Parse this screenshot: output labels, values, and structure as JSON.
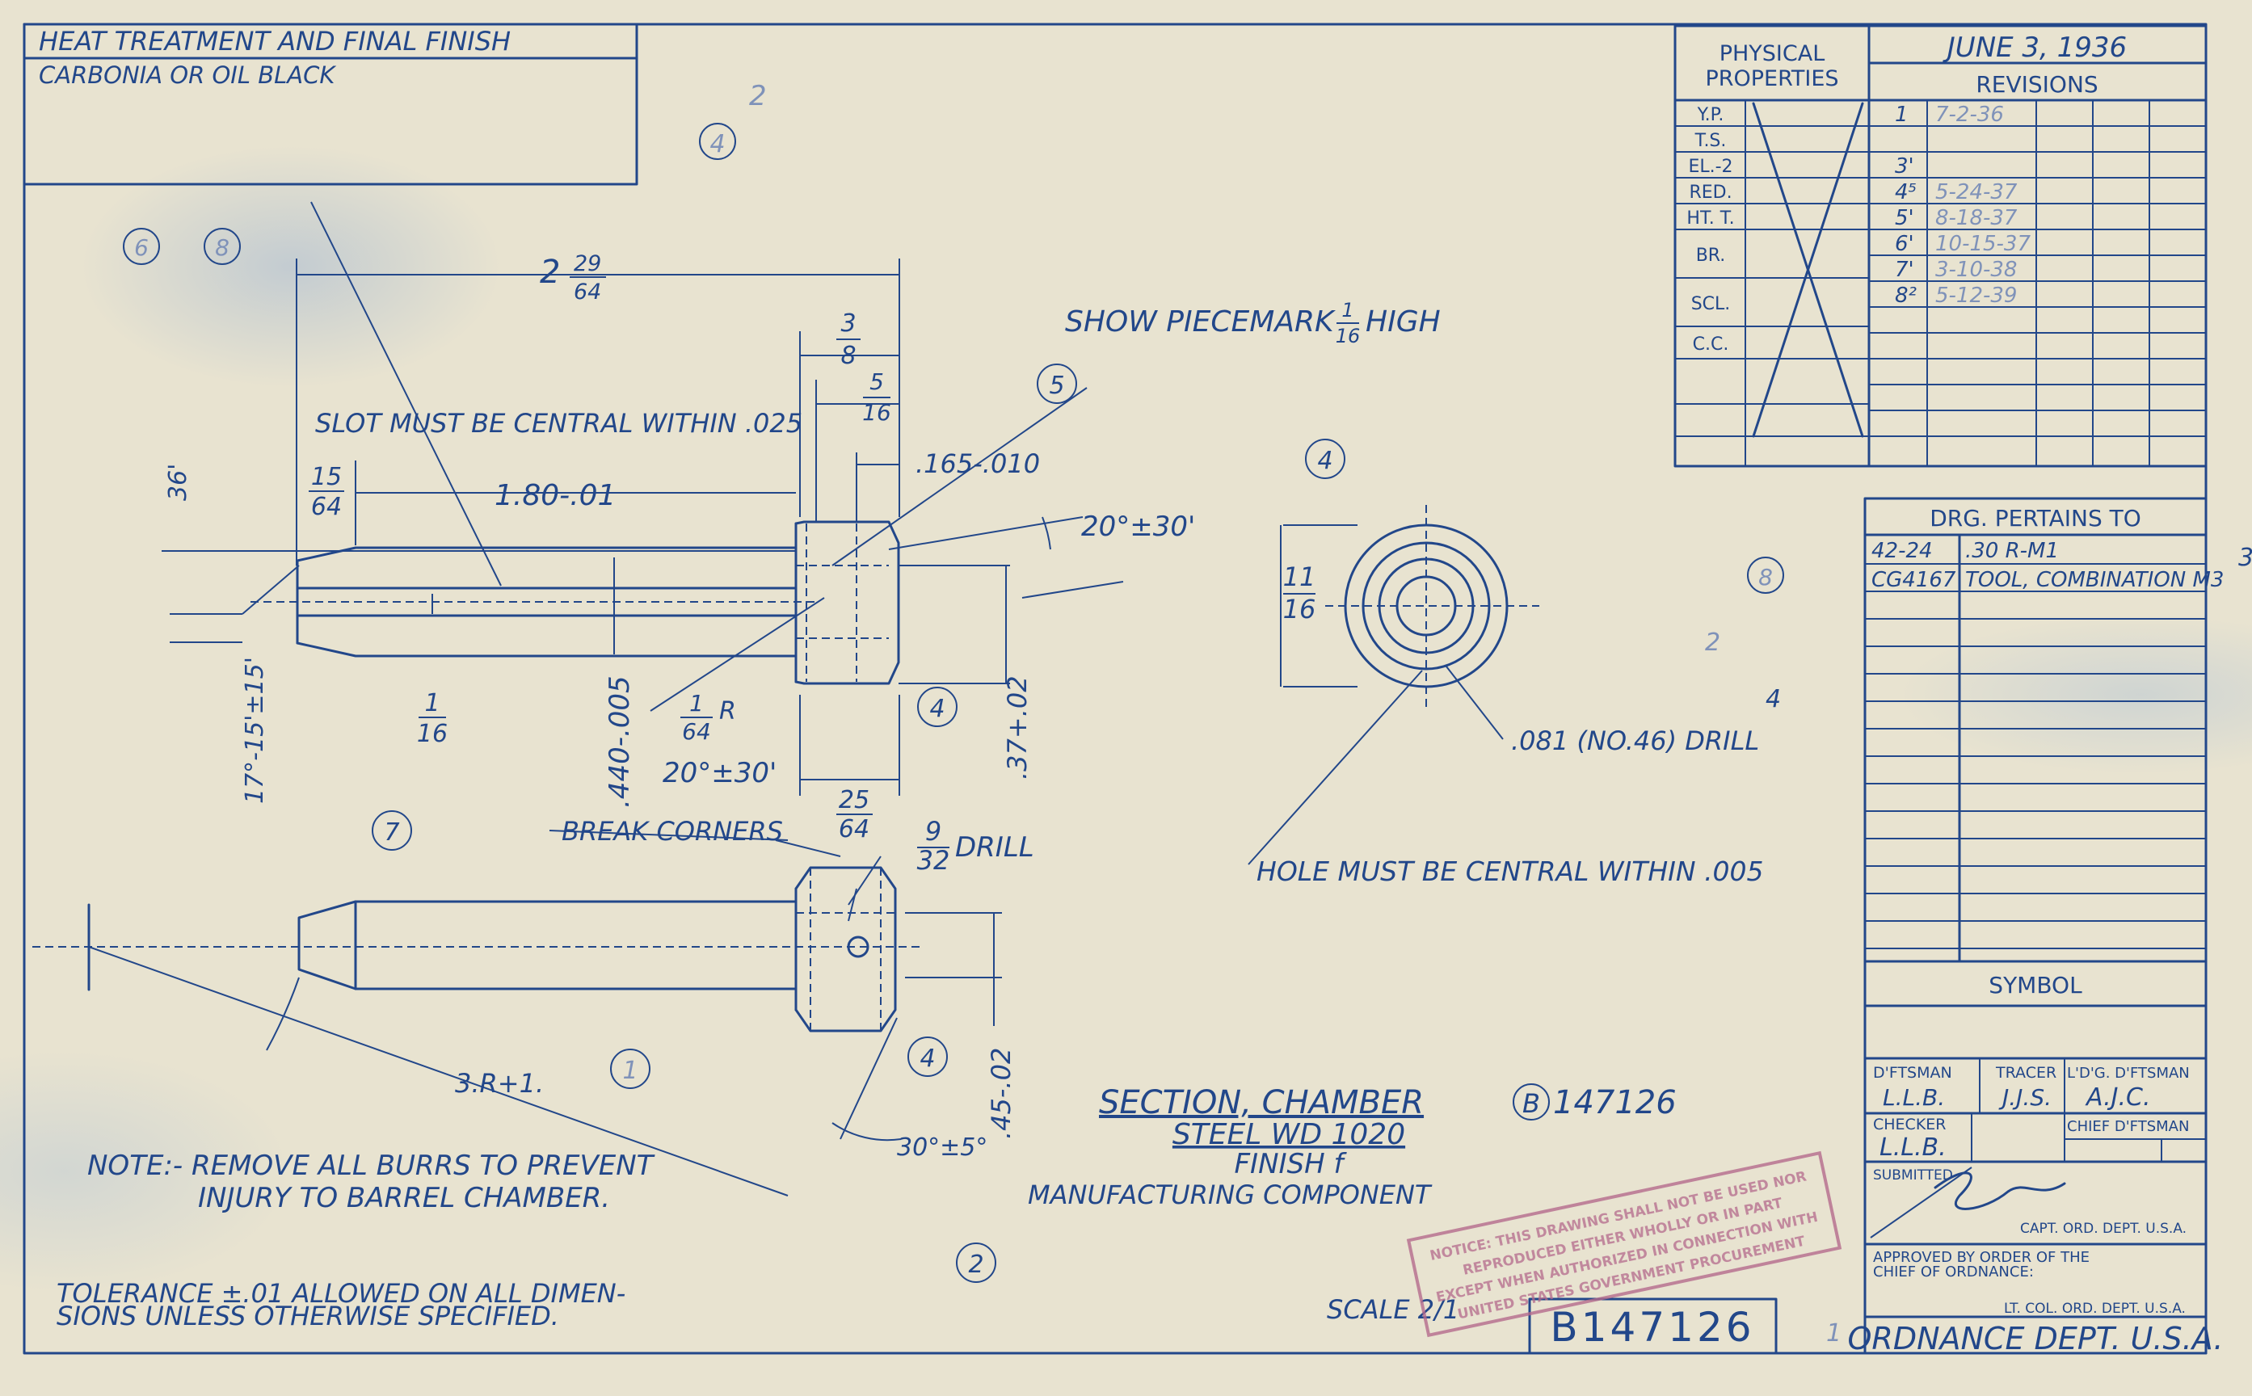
{
  "title_block": {
    "heat_treatment_header": "HEAT TREATMENT AND FINAL FINISH",
    "heat_treatment_value": "CARBONIA OR OIL BLACK",
    "physical_properties_header_1": "PHYSICAL",
    "physical_properties_header_2": "PROPERTIES",
    "properties": [
      "Y.P.",
      "T.S.",
      "EL.-2",
      "RED.",
      "HT. T.",
      "BR.",
      "SCL.",
      "C.C."
    ],
    "date": "JUNE 3, 1936",
    "revisions_header": "REVISIONS",
    "revisions": [
      {
        "no": "1",
        "date": "7-2-36"
      },
      {
        "no": "",
        "date": ""
      },
      {
        "no": "3'",
        "date": ""
      },
      {
        "no": "4⁵",
        "date": "5-24-37"
      },
      {
        "no": "5'",
        "date": "8-18-37"
      },
      {
        "no": "6'",
        "date": "10-15-37"
      },
      {
        "no": "7'",
        "date": "3-10-38"
      },
      {
        "no": "8²",
        "date": "5-12-39"
      }
    ],
    "pertains_header": "DRG. PERTAINS TO",
    "pertains": [
      {
        "code": "42-24",
        "item": ".30 R-M1"
      },
      {
        "code": "CG4167",
        "item": "TOOL, COMBINATION M3"
      }
    ],
    "symbol_label": "SYMBOL",
    "signatures": {
      "draftsman_label": "D'FTSMAN",
      "draftsman": "L.L.B.",
      "tracer_label": "TRACER",
      "tracer": "J.J.S.",
      "lead_draftsman_label": "L'D'G. D'FTSMAN",
      "lead_draftsman": "A.J.C.",
      "checker_label": "CHECKER",
      "checker": "L.L.B.",
      "chief_draftsman_label": "CHIEF D'FTSMAN",
      "submitted_label": "SUBMITTED",
      "submitted_rank": "CAPT. ORD. DEPT. U.S.A.",
      "approved_label_1": "APPROVED BY ORDER OF THE",
      "approved_label_2": "CHIEF OF ORDNANCE:",
      "approved_rank": "LT. COL. ORD. DEPT. U.S.A."
    },
    "department": "ORDNANCE DEPT. U.S.A.",
    "drawing_number": "B147126",
    "sheet_mark": "1"
  },
  "part": {
    "name": "SECTION, CHAMBER",
    "id_circle": "B",
    "id_number": "147126",
    "material": "STEEL WD 1020",
    "finish": "FINISH f",
    "type": "MANUFACTURING COMPONENT",
    "scale": "SCALE 2/1"
  },
  "notes": {
    "burrs_1": "NOTE:- REMOVE ALL BURRS TO PREVENT",
    "burrs_2": "INJURY TO BARREL CHAMBER.",
    "tolerance_1": "TOLERANCE ±.01 ALLOWED ON ALL DIMEN-",
    "tolerance_2": "SIONS UNLESS OTHERWISE SPECIFIED.",
    "show_piecemark": "SHOW PIECEMARK",
    "piecemark_high": "HIGH",
    "slot_central": "SLOT MUST BE CENTRAL WITHIN .025",
    "break_corners": "BREAK CORNERS",
    "hole_central": "HOLE MUST BE CENTRAL WITHIN .005",
    "drill_081": ".081 (NO.46) DRILL",
    "drill_9_32": "DRILL"
  },
  "dimensions": {
    "overall_whole": "2",
    "overall_num": "29",
    "overall_den": "64",
    "head_num": "3",
    "head_den": "8",
    "head2_num": "5",
    "head2_den": "16",
    "d165": ".165-.010",
    "d180": "1.80-.01",
    "d15_num": "15",
    "d15_den": "64",
    "angle36": "36'",
    "angle20a": "20°±30'",
    "angle20b": "20°±30'",
    "slot_num": "1",
    "slot_den": "16",
    "d440": ".440-.005",
    "r_num": "1",
    "r_den": "64",
    "r_suffix": "R",
    "d25_num": "25",
    "d25_den": "64",
    "d37": ".37+.02",
    "angle17": "17°-15'±15'",
    "d9_num": "9",
    "d9_den": "32",
    "d45": ".45-.02",
    "angle30": "30°±5°",
    "r3": "3.R+1.",
    "d11_num": "11",
    "d11_den": "16",
    "pm_num": "1",
    "pm_den": "16"
  },
  "balloons": [
    "2",
    "4",
    "6",
    "8",
    "5",
    "7",
    "1",
    "3"
  ],
  "stamp_text": [
    "NOTICE: THIS DRAWING SHALL NOT BE USED NOR",
    "REPRODUCED EITHER WHOLLY OR IN PART",
    "EXCEPT WHEN AUTHORIZED IN CONNECTION WITH",
    "UNITED STATES GOVERNMENT PROCUREMENT"
  ],
  "colors": {
    "ink": "#22478a",
    "paper": "#e8e3d0",
    "stamp": "#b46a8c"
  }
}
